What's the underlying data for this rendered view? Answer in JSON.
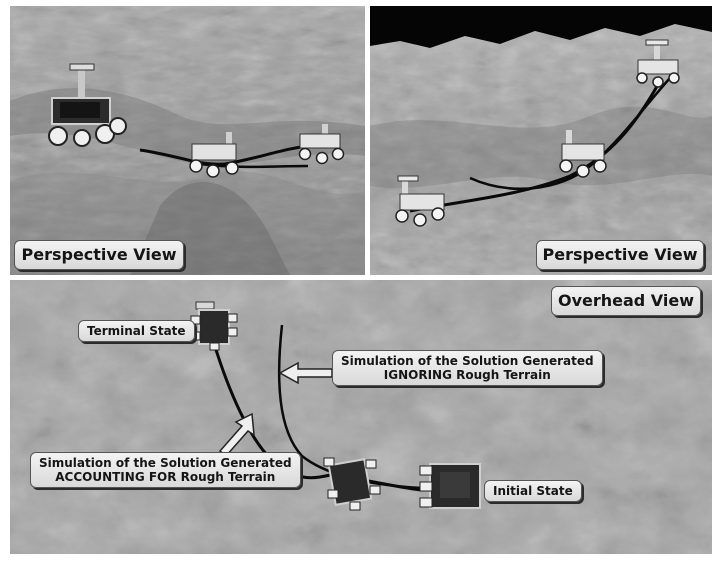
{
  "panels": {
    "top_left": {
      "label": "Perspective View"
    },
    "top_right": {
      "label": "Perspective View"
    },
    "bottom": {
      "label": "Overhead View"
    }
  },
  "annotations": {
    "terminal_state": "Terminal State",
    "initial_state": "Initial State",
    "ignoring": {
      "line1": "Simulation of the Solution Generated",
      "line2": "IGNORING Rough Terrain"
    },
    "accounting": {
      "line1": "Simulation of the Solution Generated",
      "line2": "ACCOUNTING FOR Rough Terrain"
    }
  },
  "colors": {
    "terrain_light": "#b9b9b9",
    "terrain_mid": "#8e8e8e",
    "terrain_dark": "#5a5a5a",
    "sky": "#050505",
    "trajectory": "#0a0a0a",
    "label_fill": "#e6e6e6"
  }
}
